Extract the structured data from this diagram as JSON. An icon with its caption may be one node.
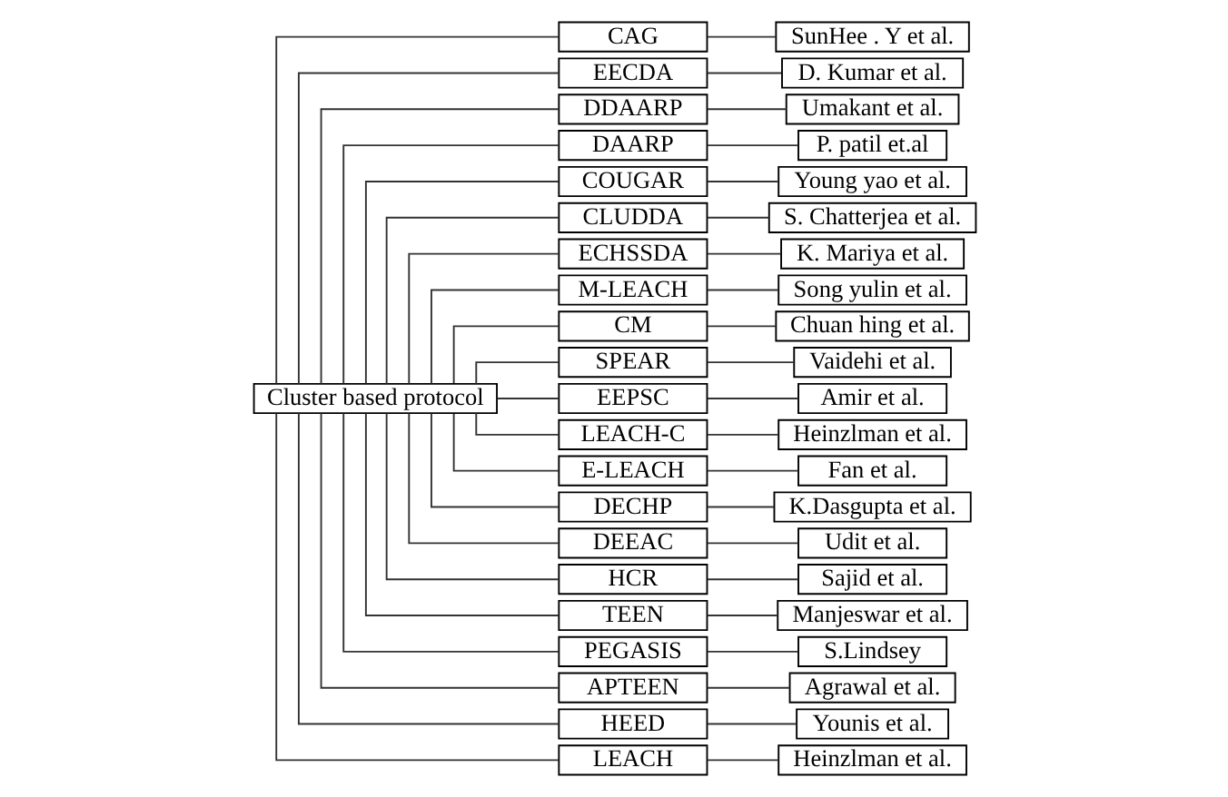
{
  "diagram": {
    "nodes": [
      {
        "text": [
          "Cluster based protocol"
        ]
      },
      {
        "text": [
          "CAG"
        ]
      },
      {
        "text": [
          "EECDA"
        ]
      },
      {
        "text": [
          "DDAARP"
        ]
      },
      {
        "text": [
          "DAARP"
        ]
      },
      {
        "text": [
          "COUGAR"
        ]
      },
      {
        "text": [
          "CLUDDA"
        ]
      },
      {
        "text": [
          "ECHSSDA"
        ]
      },
      {
        "text": [
          "M-LEACH"
        ]
      },
      {
        "text": [
          "CM"
        ]
      },
      {
        "text": [
          "SPEAR"
        ]
      },
      {
        "text": [
          "EEPSC"
        ]
      },
      {
        "text": [
          "LEACH-C"
        ]
      },
      {
        "text": [
          "E-LEACH"
        ]
      },
      {
        "text": [
          "DECHP"
        ]
      },
      {
        "text": [
          "DEEAC"
        ]
      },
      {
        "text": [
          "HCR"
        ]
      },
      {
        "text": [
          "TEEN"
        ]
      },
      {
        "text": [
          "PEGASIS"
        ]
      },
      {
        "text": [
          "APTEEN"
        ]
      },
      {
        "text": [
          "HEED"
        ]
      },
      {
        "text": [
          "LEACH"
        ]
      },
      {
        "text": [
          "SunHee . Y et al."
        ]
      },
      {
        "text": [
          "D. Kumar et al."
        ]
      },
      {
        "text": [
          "Umakant et al."
        ]
      },
      {
        "text": [
          "P. patil et.al"
        ]
      },
      {
        "text": [
          "Young yao et al."
        ]
      },
      {
        "text": [
          "S. Chatterjea et al."
        ]
      },
      {
        "text": [
          "K. Mariya et al."
        ]
      },
      {
        "text": [
          "Song yulin et al."
        ]
      },
      {
        "text": [
          "Chuan hing et al."
        ]
      },
      {
        "text": [
          "Vaidehi et al."
        ]
      },
      {
        "text": [
          "Amir et al."
        ]
      },
      {
        "text": [
          "Heinzlman et al."
        ]
      },
      {
        "text": [
          "Fan et al."
        ]
      },
      {
        "text": [
          "K.Dasgupta et al."
        ]
      },
      {
        "text": [
          "Udit et al."
        ]
      },
      {
        "text": [
          "Sajid et al."
        ]
      },
      {
        "text": [
          "Manjeswar et al."
        ]
      },
      {
        "text": [
          "S.Lindsey"
        ]
      },
      {
        "text": [
          "Agrawal et al."
        ]
      },
      {
        "text": [
          "Younis et al."
        ]
      },
      {
        "text": [
          "Heinzlman et al."
        ]
      }
    ],
    "edges": [
      {
        "from": 0,
        "to": 1,
        "arrow": "none"
      },
      {
        "from": 0,
        "to": 2,
        "arrow": "none"
      },
      {
        "from": 0,
        "to": 3,
        "arrow": "none"
      },
      {
        "from": 0,
        "to": 4,
        "arrow": "none"
      },
      {
        "from": 0,
        "to": 5,
        "arrow": "none"
      },
      {
        "from": 0,
        "to": 6,
        "arrow": "none"
      },
      {
        "from": 0,
        "to": 7,
        "arrow": "none"
      },
      {
        "from": 0,
        "to": 8,
        "arrow": "none"
      },
      {
        "from": 0,
        "to": 9,
        "arrow": "none"
      },
      {
        "from": 0,
        "to": 10,
        "arrow": "none"
      },
      {
        "from": 0,
        "to": 11,
        "arrow": "none"
      },
      {
        "from": 0,
        "to": 12,
        "arrow": "none"
      },
      {
        "from": 0,
        "to": 13,
        "arrow": "none"
      },
      {
        "from": 0,
        "to": 14,
        "arrow": "none"
      },
      {
        "from": 0,
        "to": 15,
        "arrow": "none"
      },
      {
        "from": 0,
        "to": 16,
        "arrow": "none"
      },
      {
        "from": 0,
        "to": 17,
        "arrow": "none"
      },
      {
        "from": 0,
        "to": 18,
        "arrow": "none"
      },
      {
        "from": 0,
        "to": 19,
        "arrow": "none"
      },
      {
        "from": 0,
        "to": 20,
        "arrow": "none"
      },
      {
        "from": 0,
        "to": 21,
        "arrow": "none"
      },
      {
        "from": 1,
        "to": 22,
        "arrow": "none"
      },
      {
        "from": 2,
        "to": 23,
        "arrow": "none"
      },
      {
        "from": 3,
        "to": 24,
        "arrow": "none"
      },
      {
        "from": 4,
        "to": 25,
        "arrow": "none"
      },
      {
        "from": 5,
        "to": 26,
        "arrow": "none"
      },
      {
        "from": 6,
        "to": 27,
        "arrow": "none"
      },
      {
        "from": 7,
        "to": 28,
        "arrow": "none"
      },
      {
        "from": 8,
        "to": 29,
        "arrow": "none"
      },
      {
        "from": 9,
        "to": 30,
        "arrow": "none"
      },
      {
        "from": 10,
        "to": 31,
        "arrow": "none"
      },
      {
        "from": 11,
        "to": 32,
        "arrow": "none"
      },
      {
        "from": 12,
        "to": 33,
        "arrow": "none"
      },
      {
        "from": 13,
        "to": 34,
        "arrow": "none"
      },
      {
        "from": 14,
        "to": 35,
        "arrow": "none"
      },
      {
        "from": 15,
        "to": 36,
        "arrow": "none"
      },
      {
        "from": 16,
        "to": 37,
        "arrow": "none"
      },
      {
        "from": 17,
        "to": 38,
        "arrow": "none"
      },
      {
        "from": 18,
        "to": 39,
        "arrow": "none"
      },
      {
        "from": 19,
        "to": 40,
        "arrow": "none"
      },
      {
        "from": 20,
        "to": 41,
        "arrow": "none"
      },
      {
        "from": 21,
        "to": 42,
        "arrow": "none"
      }
    ]
  }
}
